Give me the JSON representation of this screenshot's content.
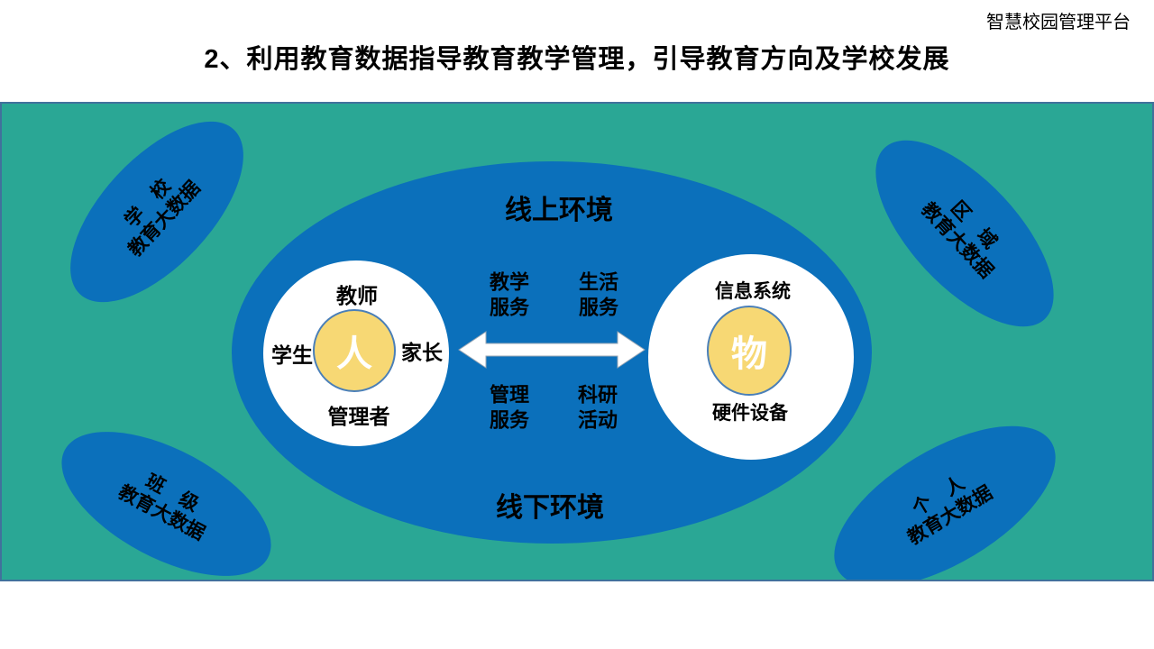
{
  "header": {
    "platform_label": "智慧校园管理平台",
    "title": "2、利用教育数据指导教育教学管理，引导教育方向及学校发展"
  },
  "diagram": {
    "colors": {
      "panel_background": "#2aa795",
      "panel_border": "#41719c",
      "ellipse_blue": "#0b70bb",
      "circle_yellow": "#f7d874",
      "yellow_circle_border": "#4a7fb8",
      "text_black": "#000000",
      "text_white": "#ffffff",
      "arrow_white": "#ffffff"
    },
    "corner_ellipses": [
      {
        "id": "school",
        "line1": "学　校",
        "line2": "教育大数据"
      },
      {
        "id": "region",
        "line1": "区　域",
        "line2": "教育大数据"
      },
      {
        "id": "class",
        "line1": "班　级",
        "line2": "教育大数据"
      },
      {
        "id": "personal",
        "line1": "个　人",
        "line2": "教育大数据"
      }
    ],
    "center": {
      "top_label": "线上环境",
      "bottom_label": "线下环境",
      "services": [
        {
          "line1": "教学",
          "line2": "服务"
        },
        {
          "line1": "生活",
          "line2": "服务"
        },
        {
          "line1": "管理",
          "line2": "服务"
        },
        {
          "line1": "科研",
          "line2": "活动"
        }
      ],
      "person_circle": {
        "center": "人",
        "top": "教师",
        "left": "学生",
        "right": "家长",
        "bottom": "管理者"
      },
      "thing_circle": {
        "center": "物",
        "top": "信息系统",
        "bottom": "硬件设备"
      }
    }
  }
}
